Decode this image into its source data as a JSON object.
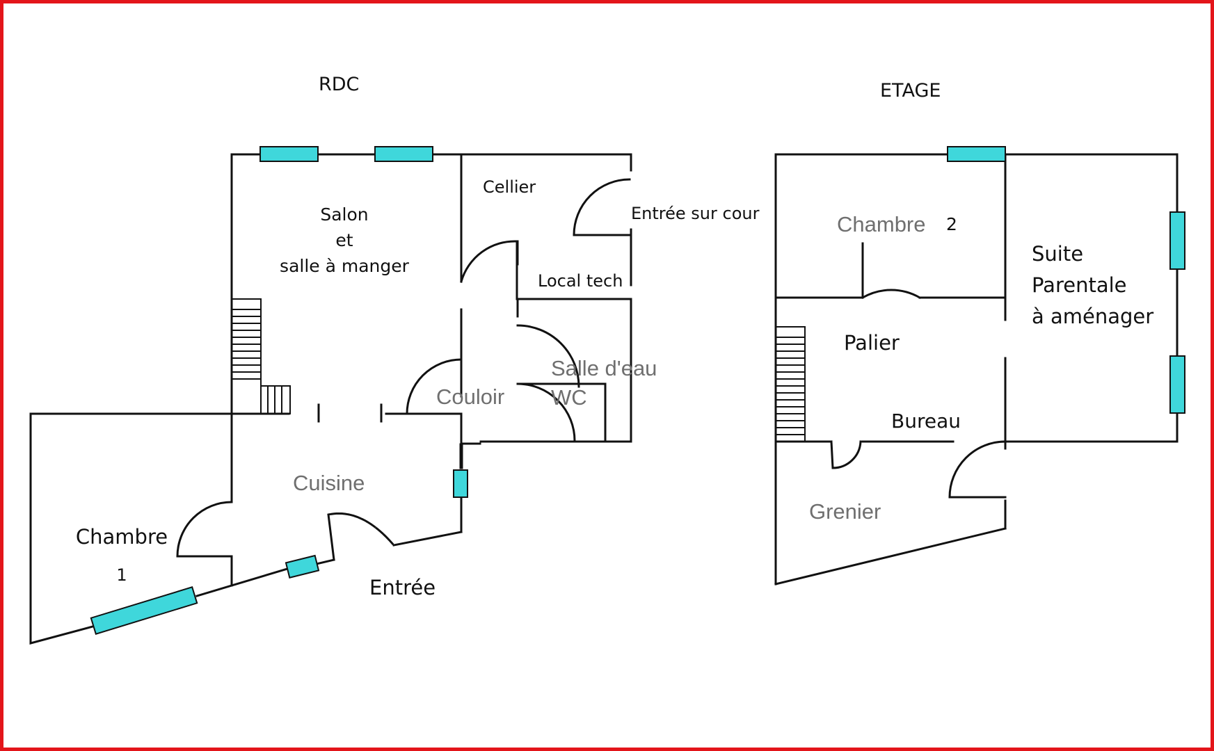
{
  "colors": {
    "frame": "#e3151a",
    "wall": "#111111",
    "window": "#3fd7db",
    "text": "#111111",
    "muted_text": "#6f6f6f"
  },
  "floors": {
    "rdc": {
      "title": "RDC",
      "rooms": {
        "salon": [
          "Salon",
          "et",
          "salle à manger"
        ],
        "cellier": "Cellier",
        "entree_cour": "Entrée sur cour",
        "local_tech": "Local tech",
        "salle_eau": "Salle d'eau",
        "wc": "WC",
        "couloir": "Couloir",
        "cuisine": "Cuisine",
        "chambre1": [
          "Chambre",
          "1"
        ],
        "entree": "Entrée"
      }
    },
    "etage": {
      "title": "ETAGE",
      "rooms": {
        "chambre2_name": "Chambre",
        "chambre2_num": "2",
        "suite": [
          "Suite",
          "Parentale",
          "à aménager"
        ],
        "palier": "Palier",
        "bureau": "Bureau",
        "grenier": "Grenier"
      }
    }
  }
}
